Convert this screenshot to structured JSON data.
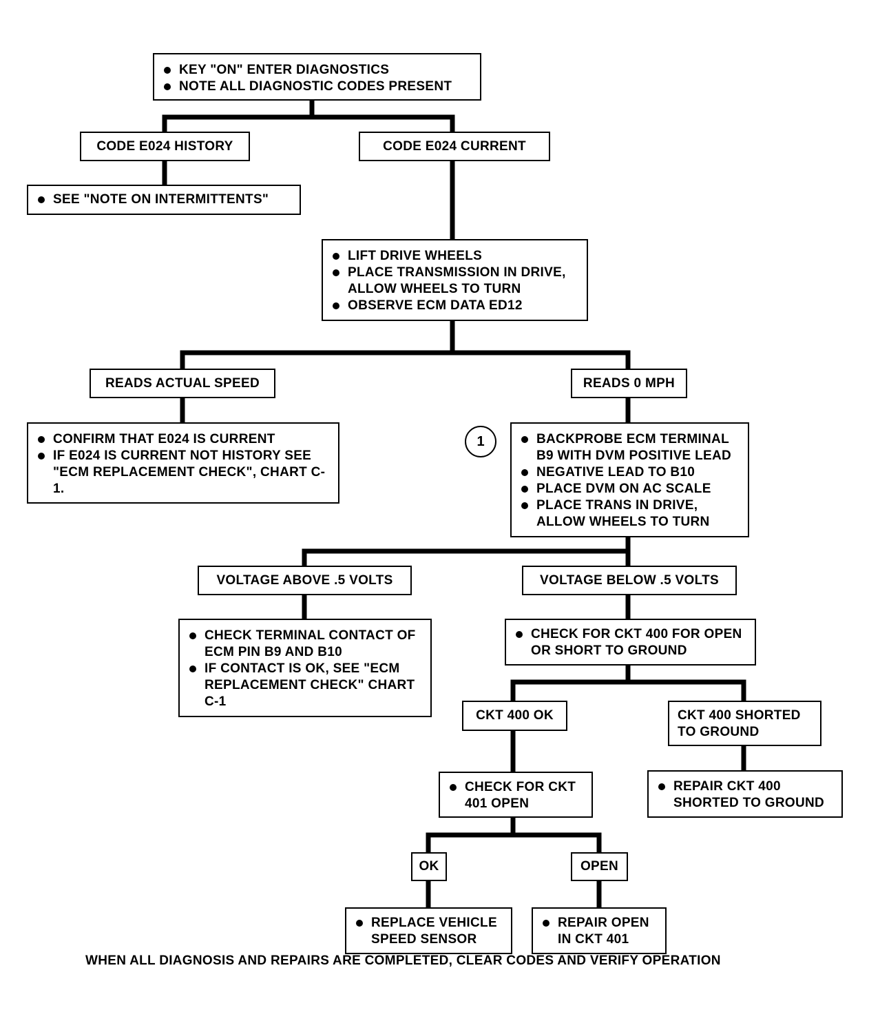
{
  "flowchart": {
    "start": {
      "items": [
        "KEY \"ON\" ENTER DIAGNOSTICS",
        "NOTE ALL DIAGNOSTIC CODES PRESENT"
      ]
    },
    "code_history": {
      "label": "CODE E024 HISTORY",
      "action": [
        "SEE \"NOTE ON INTERMITTENTS\""
      ]
    },
    "code_current": {
      "label": "CODE E024 CURRENT",
      "action": [
        "LIFT DRIVE WHEELS",
        "PLACE TRANSMISSION IN DRIVE, ALLOW WHEELS TO TURN",
        "OBSERVE ECM DATA ED12"
      ]
    },
    "reads_actual": {
      "label": "READS ACTUAL SPEED",
      "action": [
        "CONFIRM THAT E024 IS CURRENT",
        "IF E024 IS CURRENT NOT HISTORY SEE \"ECM REPLACEMENT CHECK\", CHART C-1."
      ]
    },
    "reads_zero": {
      "label": "READS 0 MPH",
      "marker": "1",
      "action": [
        "BACKPROBE ECM TERMINAL B9 WITH DVM POSITIVE LEAD",
        "NEGATIVE LEAD TO B10",
        "PLACE DVM ON AC SCALE",
        "PLACE TRANS IN DRIVE, ALLOW WHEELS TO TURN"
      ]
    },
    "voltage_above": {
      "label": "VOLTAGE ABOVE .5 VOLTS",
      "action": [
        "CHECK TERMINAL CONTACT OF ECM PIN B9 AND B10",
        "IF CONTACT IS OK, SEE \"ECM REPLACEMENT CHECK\" CHART C-1"
      ]
    },
    "voltage_below": {
      "label": "VOLTAGE BELOW .5 VOLTS",
      "action": [
        "CHECK FOR CKT 400 FOR OPEN OR SHORT TO GROUND"
      ]
    },
    "ckt400_ok": {
      "label": "CKT 400 OK",
      "action": [
        "CHECK FOR CKT 401 OPEN"
      ]
    },
    "ckt400_shorted": {
      "label": "CKT 400 SHORTED TO GROUND",
      "action": [
        "REPAIR CKT 400 SHORTED TO GROUND"
      ]
    },
    "ckt401_ok": {
      "label": "OK",
      "action": [
        "REPLACE VEHICLE SPEED SENSOR"
      ]
    },
    "ckt401_open": {
      "label": "OPEN",
      "action": [
        "REPAIR OPEN IN CKT 401"
      ]
    }
  },
  "footer": "WHEN ALL DIAGNOSIS AND REPAIRS ARE COMPLETED, CLEAR CODES AND VERIFY OPERATION"
}
